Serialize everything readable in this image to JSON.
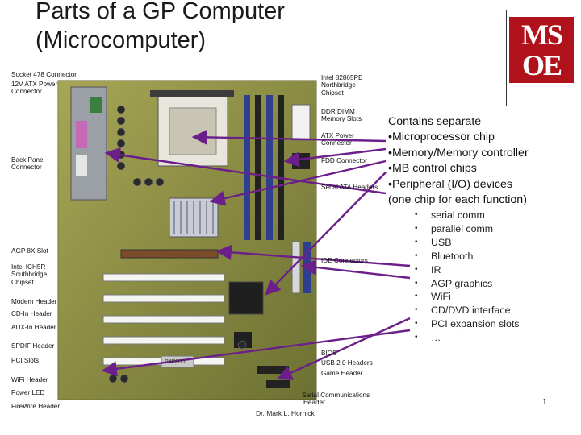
{
  "slide": {
    "title_line1": "Parts of a GP Computer",
    "title_line2": "(Microcomputer)",
    "logo_line1": "MS",
    "logo_line2": "OE",
    "author": "Dr. Mark L. Hornick",
    "page_number": "1",
    "accent_color": "#6b1f8a"
  },
  "description": {
    "lines": [
      "Contains separate",
      "•Microprocessor chip",
      "•Memory/Memory controller",
      "•MB control chips",
      "•Peripheral (I/O) devices",
      "(one chip for each function)"
    ]
  },
  "bullets": [
    "serial comm",
    "parallel comm",
    "USB",
    "Bluetooth",
    "IR",
    "AGP graphics",
    "WiFi",
    "CD/DVD interface",
    "PCI expansion slots",
    "…"
  ],
  "board_labels": {
    "socket": [
      "Socket 478 Connector"
    ],
    "power": [
      "12V ATX Power",
      "Connector"
    ],
    "back_panel": [
      "Back Panel",
      "Connector"
    ],
    "agp": [
      "AGP 8X Slot"
    ],
    "ich5r": [
      "Intel ICH5R",
      "Southbridge",
      "Chipset"
    ],
    "modem": [
      "Modem Header"
    ],
    "cd_in": [
      "CD-In Header"
    ],
    "aux_in": [
      "AUX-In Header"
    ],
    "spdif": [
      "SPDIF Header"
    ],
    "pci": [
      "PCI Slots"
    ],
    "wifi": [
      "WiFi Header"
    ],
    "power_led": [
      "Power LED"
    ],
    "firewire": [
      "FireWire Header"
    ],
    "northbridge": [
      "Intel 82865PE",
      "Northbridge",
      "Chipset"
    ],
    "ddr": [
      "DDR DIMM",
      "Memory Slots"
    ],
    "atx_power": [
      "ATX Power",
      "Connector"
    ],
    "fdd": [
      "FDD Connector"
    ],
    "sata": [
      "Serial ATA Headers"
    ],
    "ide": [
      "IDE Connectors"
    ],
    "bios": [
      "BIOS"
    ],
    "usb": [
      "USB 2.0 Headers"
    ],
    "game": [
      "Game Header"
    ],
    "serial_comm": [
      "Serial Communications",
      "Header"
    ],
    "board_model": [
      "P4P800"
    ]
  }
}
